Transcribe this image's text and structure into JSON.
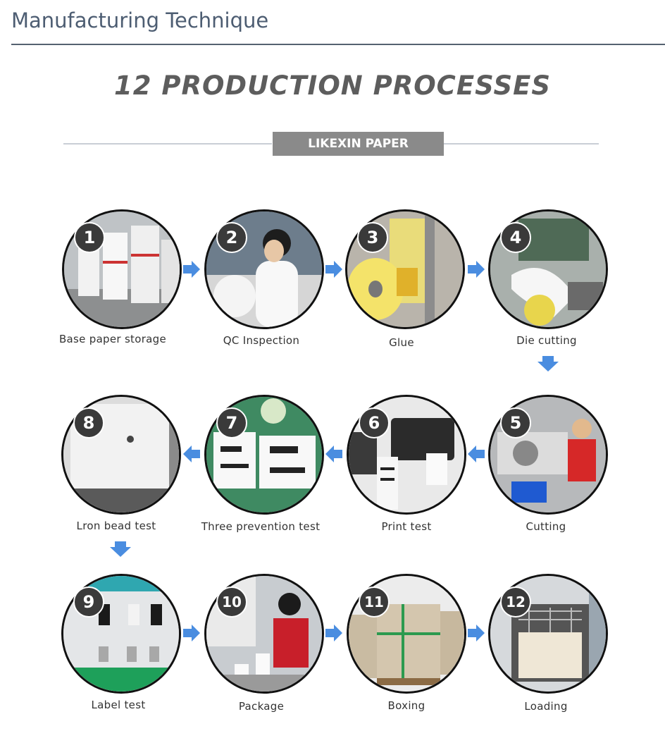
{
  "header": {
    "title": "Manufacturing Technique"
  },
  "banner": {
    "headline": "12 PRODUCTION PROCESSES",
    "subtitle": "LIKEXIN PAPER PRODUCTS"
  },
  "steps": [
    {
      "number": "1",
      "label": "Base paper storage"
    },
    {
      "number": "2",
      "label": "QC Inspection"
    },
    {
      "number": "3",
      "label": "Glue"
    },
    {
      "number": "4",
      "label": "Die cutting"
    },
    {
      "number": "5",
      "label": "Cutting"
    },
    {
      "number": "6",
      "label": "Print test"
    },
    {
      "number": "7",
      "label": "Three prevention test"
    },
    {
      "number": "8",
      "label": "Lron bead test"
    },
    {
      "number": "9",
      "label": "Label test"
    },
    {
      "number": "10",
      "label": "Package"
    },
    {
      "number": "11",
      "label": "Boxing"
    },
    {
      "number": "12",
      "label": "Loading"
    }
  ],
  "colors": {
    "arrow": "#4a8de0",
    "header_text": "#4d5d72",
    "badge": "#8a8a8a"
  },
  "icons": {
    "flow_arrow": "arrow-icon"
  }
}
